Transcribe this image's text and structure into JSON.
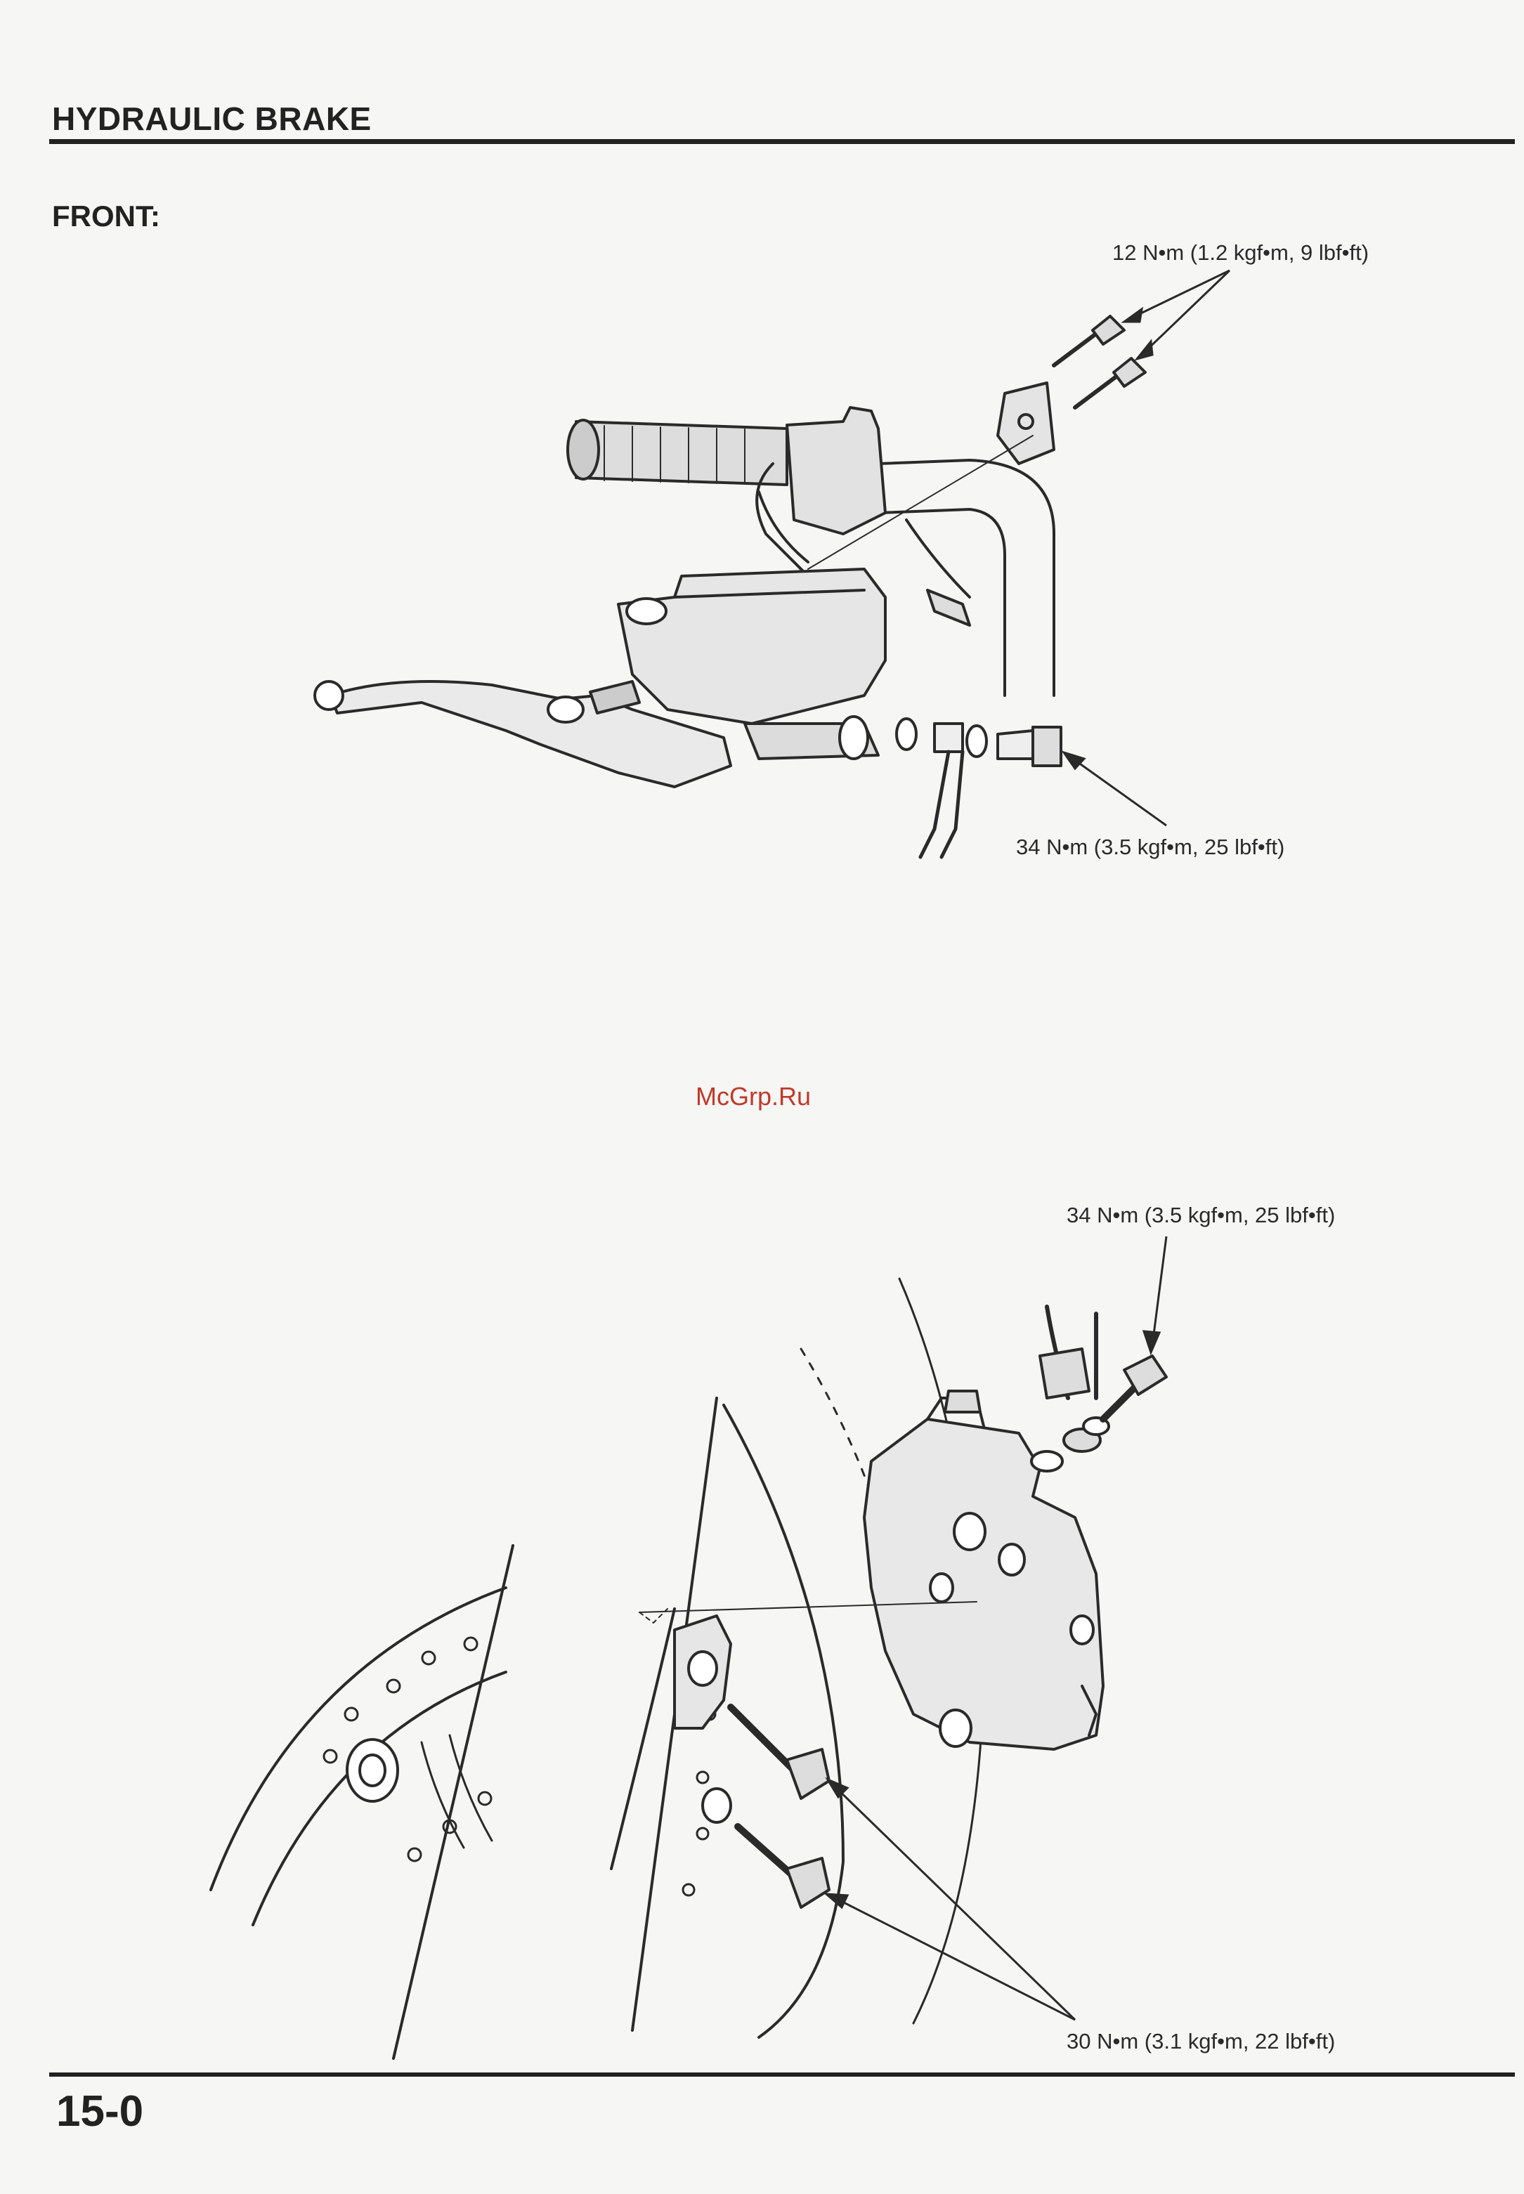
{
  "header": {
    "title": "HYDRAULIC BRAKE"
  },
  "section": {
    "label": "FRONT:"
  },
  "callouts": {
    "holder_bolts": "12 N•m (1.2 kgf•m, 9 lbf•ft)",
    "master_cyl_bolt": "34 N•m (3.5 kgf•m, 25 lbf•ft)",
    "caliper_bolt": "34 N•m (3.5 kgf•m, 25 lbf•ft)",
    "caliper_mount_bolts": "30 N•m (3.1 kgf•m, 22 lbf•ft)"
  },
  "watermark": "McGrp.Ru",
  "footer": {
    "page_number": "15-0"
  }
}
